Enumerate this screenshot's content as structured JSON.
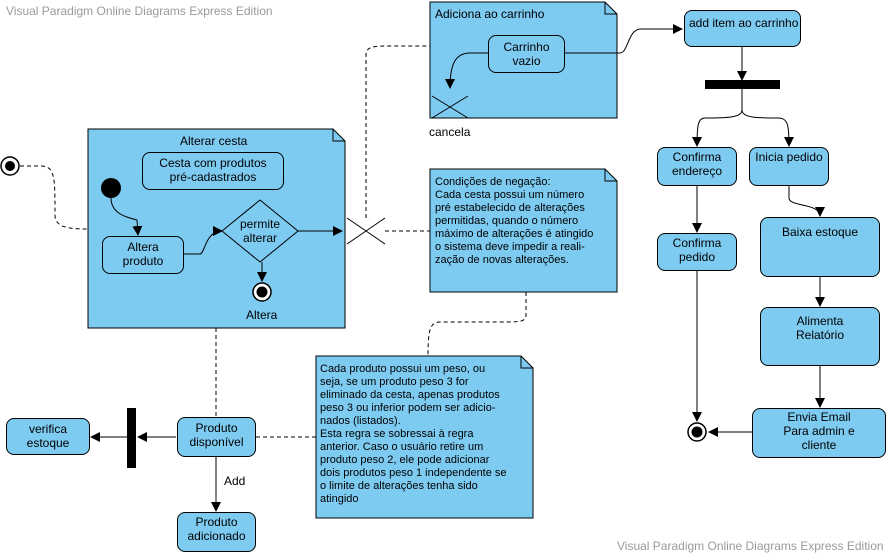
{
  "watermark_top": "Visual Paradigm Online Diagrams Express Edition",
  "watermark_bottom": "Visual Paradigm Online Diagrams Express Edition",
  "frames": {
    "carrinho": {
      "title": "Adiciona ao carrinho"
    },
    "cesta": {
      "title": "Alterar cesta"
    }
  },
  "actions": {
    "carrinho_vazio": "Carrinho\nvazio",
    "cesta_produtos": "Cesta com produtos\npré-cadastrados",
    "altera_produto": "Altera\nproduto",
    "decision": "permite\nalterar",
    "add_item": "add item ao carrinho",
    "confirma_endereco": "Confirma\nendereço",
    "inicia_pedido": "Inicia pedido",
    "confirma_pedido": "Confirma\npedido",
    "baixa_estoque": "Baixa estoque",
    "alimenta_relatorio": "Alimenta\nRelatório",
    "envia_email": "Envia Email\nPara admin e\ncliente",
    "produto_disponivel": "Produto\ndisponível",
    "verifica_estoque": "verifica\nestoque",
    "produto_adicionado": "Produto\nadicionado"
  },
  "labels": {
    "cancela": "cancela",
    "altera": "Altera",
    "add": "Add"
  },
  "notes": {
    "condicoes": "Condições de negação:\nCada cesta possui um número\npré estabelecido de alterações\npermitidas, quando o número\nmáximo de alterações é atingido\no sistema deve impedir a reali-\nzação de novas alterações.",
    "peso": "Cada produto possui um peso, ou\nseja, se um produto peso 3 for\neliminado da cesta, apenas produtos\npeso 3 ou inferior podem ser adicio-\nnados (listados).\nEsta regra se sobressai à regra\nanterior. Caso o usuário retire um\nproduto peso 2, ele pode adicionar\ndois produtos peso 1 independente se\no limite de alterações tenha sido\natingido"
  },
  "colors": {
    "fill": "#7ecbf2",
    "stroke": "#000000",
    "watermark": "#9a9a9a"
  }
}
